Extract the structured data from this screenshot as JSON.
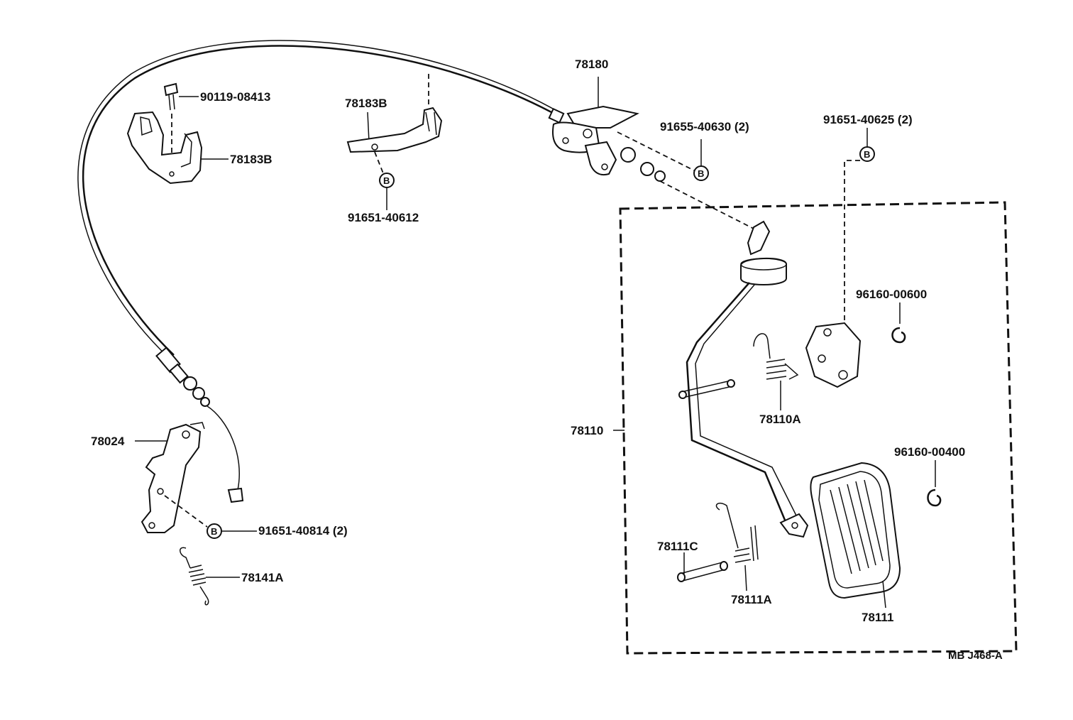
{
  "labels": {
    "p78180": "78180",
    "p91655": "91655-40630 (2)",
    "p91651_40625": "91651-40625 (2)",
    "p90119": "90119-08413",
    "p78183b_top": "78183B",
    "p78183b_left": "78183B",
    "p91651_40612": "91651-40612",
    "p96160_00600": "96160-00600",
    "p78110a": "78110A",
    "p78110": "78110",
    "p96160_00400": "96160-00400",
    "p78024": "78024",
    "p91651_40814": "91651-40814 (2)",
    "p78141a": "78141A",
    "p78111c": "78111C",
    "p78111a": "78111A",
    "p78111": "78111",
    "drawing_code": "MB J468-A"
  },
  "bolt_marker": "B",
  "icons": [
    "bolt-b-marker"
  ]
}
